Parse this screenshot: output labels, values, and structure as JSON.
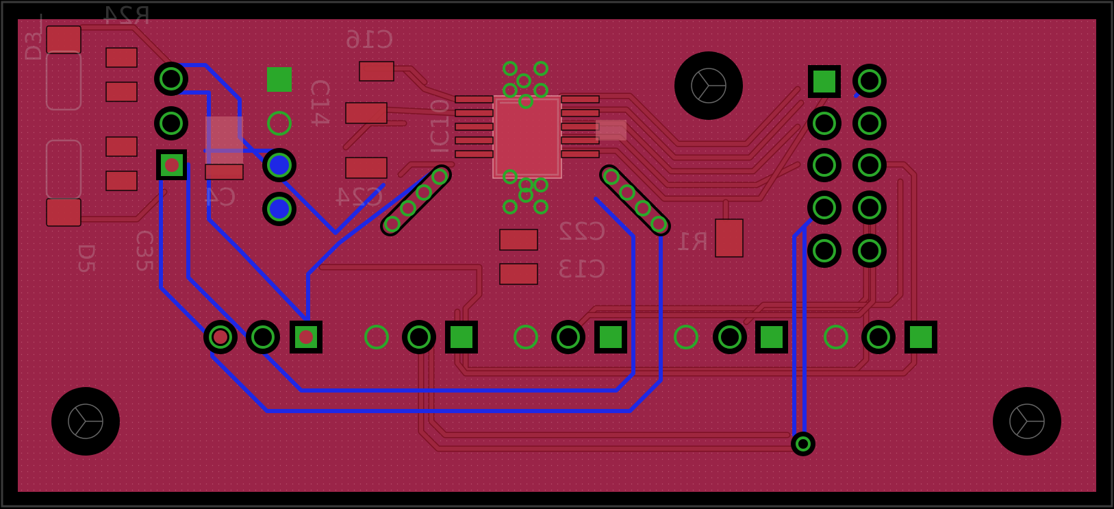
{
  "view": {
    "background": "#000000",
    "board_color": "#9a2448",
    "top_copper_color": "#a02840",
    "bottom_copper_color": "#1e28e6",
    "pad_color": "#2aa82a",
    "silkscreen_color": "#c8c8c8"
  },
  "silkscreen_labels": {
    "r24": "R24",
    "d3": "D3",
    "d5": "D5",
    "c35": "C35",
    "c16": "C16",
    "c14": "C14",
    "ic10": "IC10",
    "c24": "C24",
    "c4": "C4",
    "c22": "C22",
    "c13": "C13",
    "r1": "R1"
  },
  "icons": {
    "mount_hole": "mounting-hole-icon",
    "through_hole_pad": "through-hole-pad-icon",
    "via": "via-icon"
  }
}
